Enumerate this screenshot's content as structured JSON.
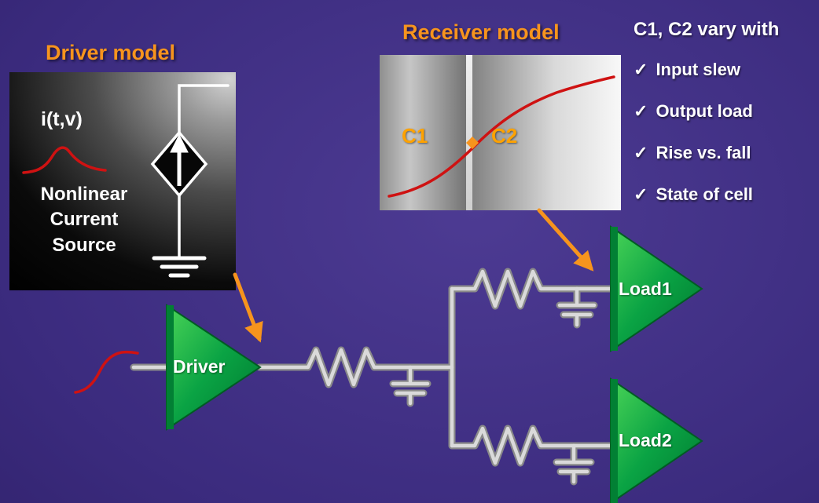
{
  "driver_model": {
    "title": "Driver model",
    "equation": "i(t,v)",
    "caption": "Nonlinear\nCurrent\nSource"
  },
  "receiver_model": {
    "title": "Receiver model",
    "c1": "C1",
    "c2": "C2"
  },
  "variations": {
    "title": "C1, C2 vary with",
    "check": "✓",
    "items": [
      "Input slew",
      "Output load",
      "Rise vs. fall",
      "State of cell"
    ]
  },
  "circuit": {
    "driver": "Driver",
    "load1": "Load1",
    "load2": "Load2"
  },
  "colors": {
    "title_orange": "#F7941D",
    "arrow_orange": "#F7941D",
    "curve_red": "#CC1111",
    "gate_green": "#0AA344",
    "wire_silver": "#D8D8D8",
    "background_purple": "#3B2B7E",
    "c_label_orange": "#FFA200"
  }
}
